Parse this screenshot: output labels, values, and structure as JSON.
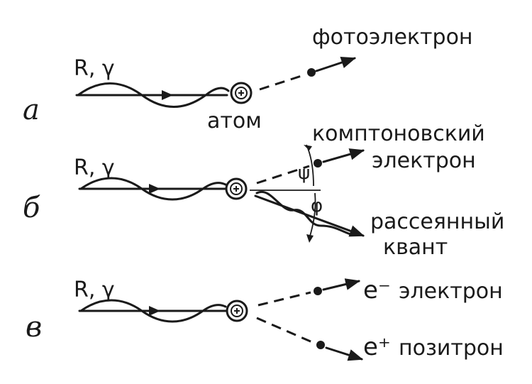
{
  "panels": {
    "a": {
      "label": "а",
      "radiation": "R, γ",
      "atom_label": "атом",
      "product_label": "фотоэлектрон"
    },
    "b": {
      "label": "б",
      "radiation": "R, γ",
      "electron_label_line1": "комптоновский",
      "electron_label_line2": "электрон",
      "angle_psi": "ψ",
      "angle_phi": "φ",
      "quantum_label_line1": "рассеянный",
      "quantum_label_line2": "квант"
    },
    "c": {
      "label": "в",
      "radiation": "R, γ",
      "electron_symbol": "e⁻",
      "electron_label": "электрон",
      "positron_symbol": "e⁺",
      "positron_label": "позитрон"
    }
  },
  "colors": {
    "ink": "#1a1a1a",
    "background": "#ffffff"
  }
}
